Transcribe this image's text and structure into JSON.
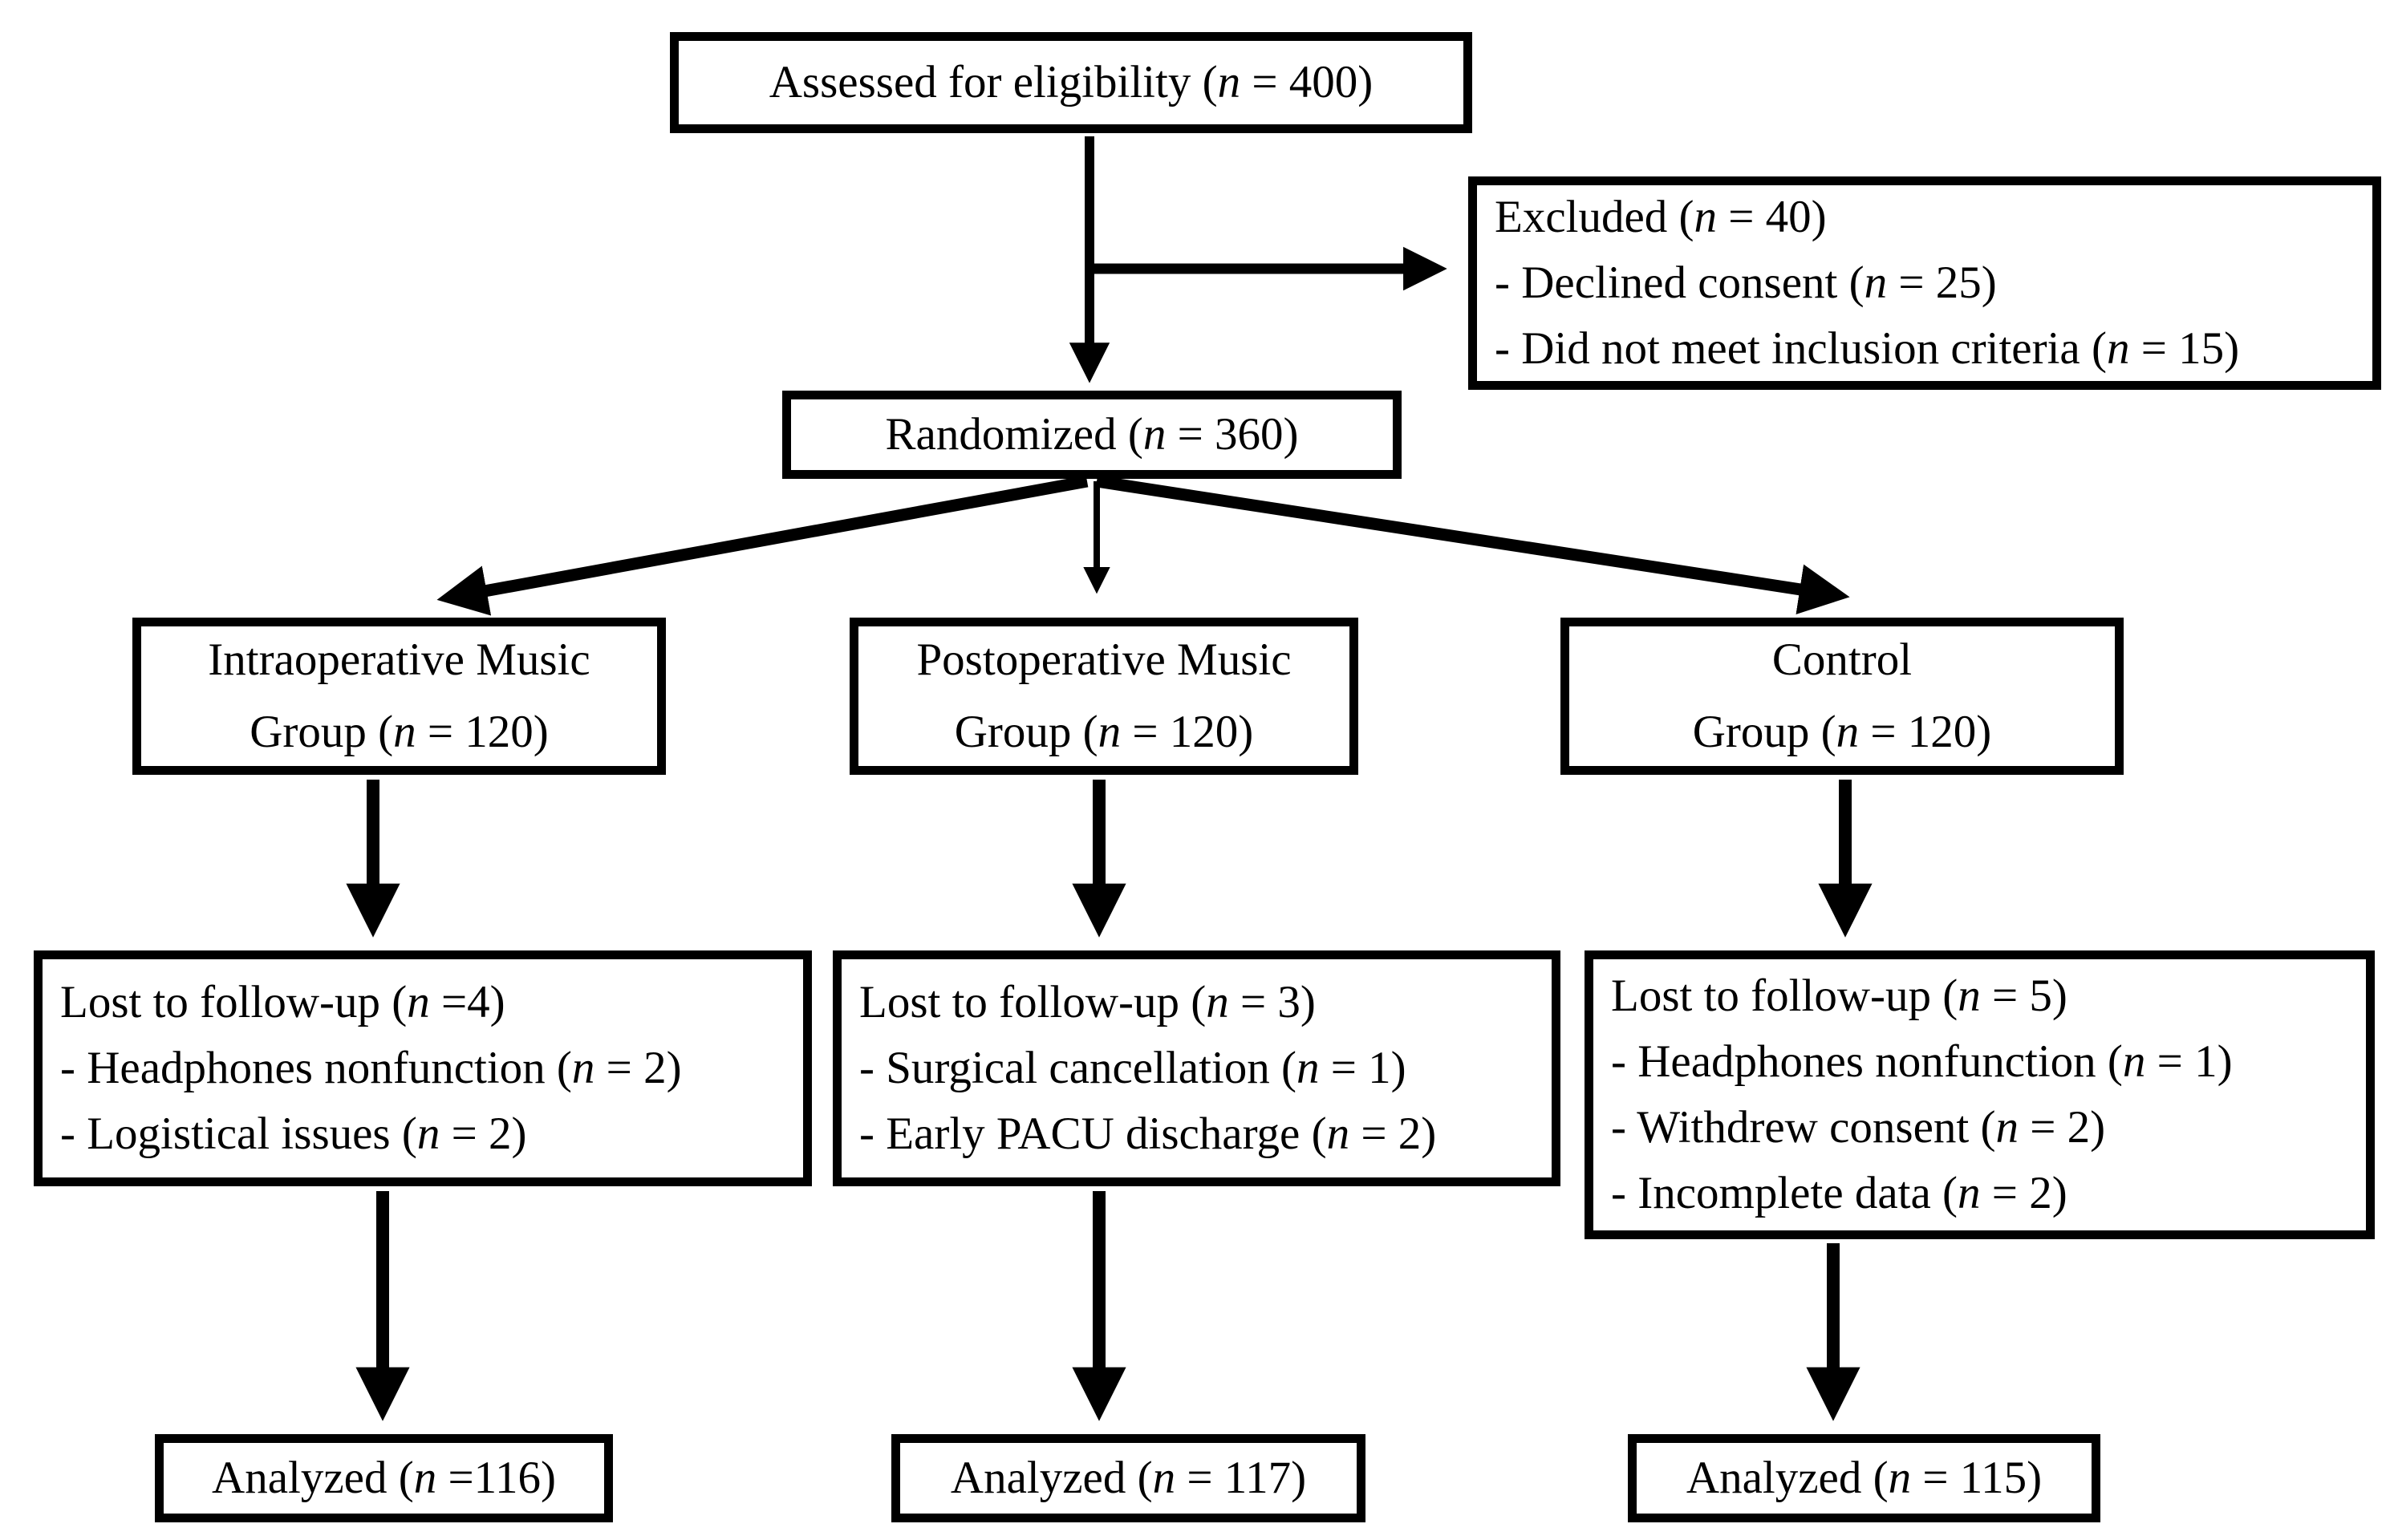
{
  "diagram_type": "consort-flowchart",
  "colors": {
    "background": "#ffffff",
    "box_border": "#000000",
    "text": "#000000",
    "arrow": "#000000"
  },
  "nodes": {
    "assessed": {
      "label": "Assessed for eligibility (n = 400)"
    },
    "excluded": {
      "title": "Excluded (n = 40)",
      "items": [
        "- Declined consent (n = 25)",
        "- Did not meet inclusion criteria (n = 15)"
      ]
    },
    "randomized": {
      "label": "Randomized (n = 360)"
    },
    "group_intraoperative": {
      "line1": "Intraoperative Music",
      "line2": "Group (n = 120)"
    },
    "group_postoperative": {
      "line1": "Postoperative Music",
      "line2": "Group (n = 120)"
    },
    "group_control": {
      "line1": "Control",
      "line2": "Group (n = 120)"
    },
    "lost_intraoperative": {
      "title": "Lost to follow-up (n =4)",
      "items": [
        "- Headphones nonfunction (n = 2)",
        "- Logistical issues (n = 2)"
      ]
    },
    "lost_postoperative": {
      "title": "Lost to follow-up (n = 3)",
      "items": [
        "-  Surgical cancellation (n = 1)",
        "- Early PACU discharge (n = 2)"
      ]
    },
    "lost_control": {
      "title": "Lost to follow-up (n = 5)",
      "items": [
        "- Headphones nonfunction (n = 1)",
        "- Withdrew consent (n = 2)",
        "- Incomplete data (n = 2)"
      ]
    },
    "analyzed_intraoperative": {
      "label": "Analyzed (n =116)"
    },
    "analyzed_postoperative": {
      "label": "Analyzed (n = 117)"
    },
    "analyzed_control": {
      "label": "Analyzed (n = 115)"
    }
  }
}
